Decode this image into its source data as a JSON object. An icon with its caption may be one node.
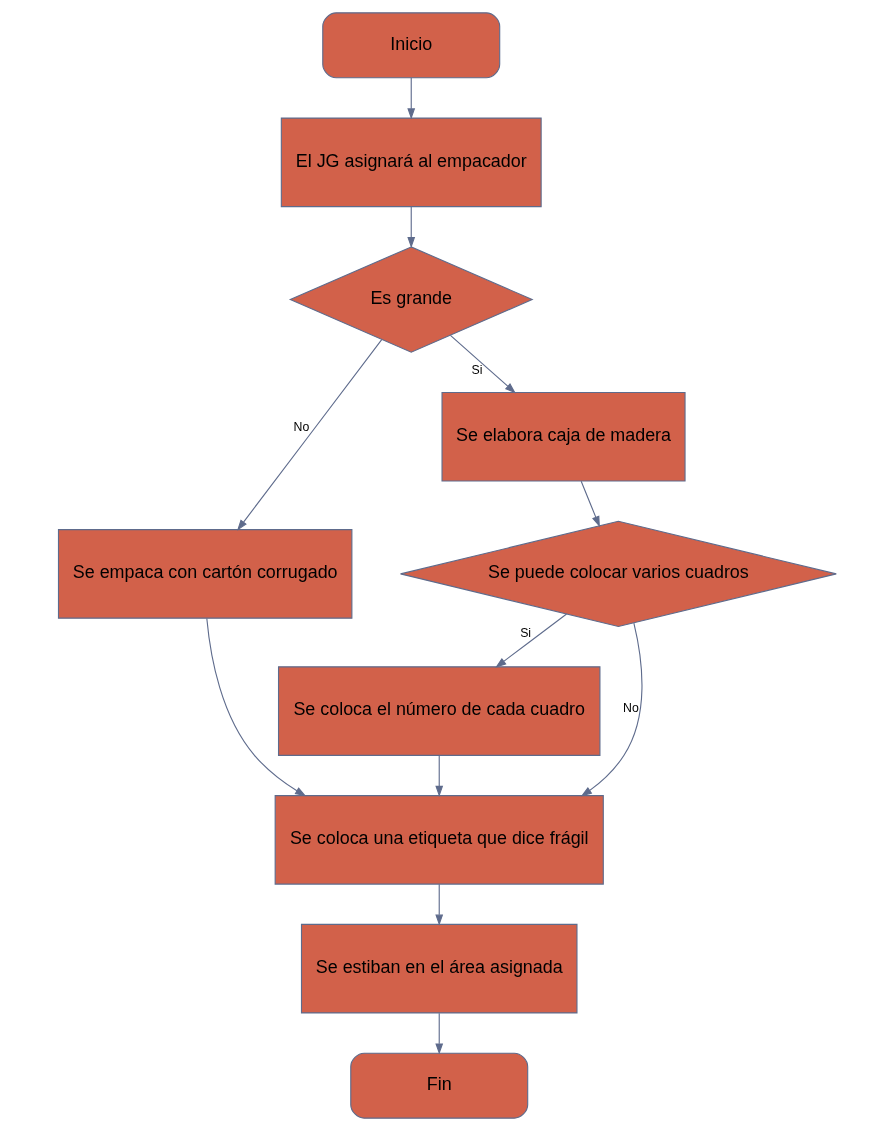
{
  "diagram": {
    "nodes": [
      {
        "text": [
          "Inicio"
        ]
      },
      {
        "text": [
          "El JG asignará al empacador"
        ]
      },
      {
        "text": [
          "Es grande"
        ]
      },
      {
        "text": [
          "Se empaca con cartón corrugado"
        ]
      },
      {
        "text": [
          "Se elabora caja de madera"
        ]
      },
      {
        "text": [
          "Se puede colocar varios cuadros"
        ]
      },
      {
        "text": [
          "Se coloca el número de cada cuadro"
        ]
      },
      {
        "text": [
          "Se coloca una etiqueta que dice frágil"
        ]
      },
      {
        "text": [
          "Se estiban en el área asignada"
        ]
      },
      {
        "text": [
          "Fin"
        ]
      }
    ],
    "edges": [
      {
        "from": 0,
        "to": 1,
        "arrow": "to"
      },
      {
        "from": 1,
        "to": 2,
        "arrow": "to"
      },
      {
        "from": 2,
        "to": 3,
        "arrow": "to",
        "label": "No"
      },
      {
        "from": 2,
        "to": 4,
        "arrow": "to",
        "label": "Si"
      },
      {
        "from": 3,
        "to": 7,
        "arrow": "to"
      },
      {
        "from": 4,
        "to": 5,
        "arrow": "to"
      },
      {
        "from": 5,
        "to": 7,
        "arrow": "to",
        "label": "No"
      },
      {
        "from": 5,
        "to": 6,
        "arrow": "to",
        "label": "Si"
      },
      {
        "from": 6,
        "to": 7,
        "arrow": "to"
      },
      {
        "from": 7,
        "to": 8,
        "arrow": "to"
      },
      {
        "from": 8,
        "to": 9,
        "arrow": "to"
      }
    ]
  }
}
